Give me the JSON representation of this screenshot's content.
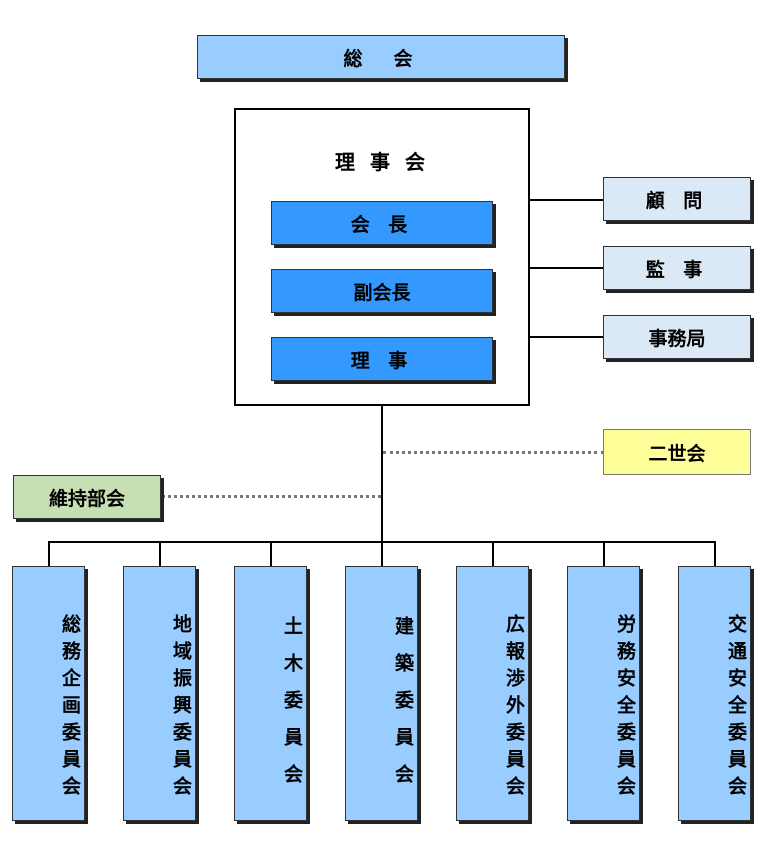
{
  "general_assembly": "総　会",
  "board": {
    "title": "理 事 会",
    "chairman": "会 長",
    "vice_chairman": "副会長",
    "directors": "理 事"
  },
  "side_offices": [
    {
      "label": "顧 問"
    },
    {
      "label": "監 事"
    },
    {
      "label": "事務局"
    }
  ],
  "second_generation": "二世会",
  "maintenance_group": "維持部会",
  "committees": [
    {
      "label": "総務企画委員会"
    },
    {
      "label": "地域振興委員会"
    },
    {
      "label": "土木委員会"
    },
    {
      "label": "建築委員会"
    },
    {
      "label": "広報渉外委員会"
    },
    {
      "label": "労務安全委員会"
    },
    {
      "label": "交通安全委員会"
    }
  ]
}
